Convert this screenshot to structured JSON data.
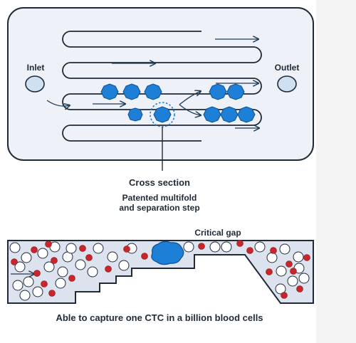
{
  "labels": {
    "inlet": "Inlet",
    "outlet": "Outlet",
    "cross_section": "Cross section",
    "step_line1": "Patented multifold",
    "step_line2": "and separation step",
    "critical_gap": "Critical gap",
    "caption": "Able to capture one CTC in a billion blood cells"
  },
  "colors": {
    "chip_fill": "#eef2f8",
    "chip_stroke": "#1f2a36",
    "ctc": "#1e7fd6",
    "ctc_stroke": "#0f4f93",
    "port_fill": "#cfe0f2",
    "channel_fill": "#dde3ee",
    "red_cell": "#c8262b",
    "white_cell": "#ffffff",
    "panel_bg": "#f3f3f3"
  }
}
